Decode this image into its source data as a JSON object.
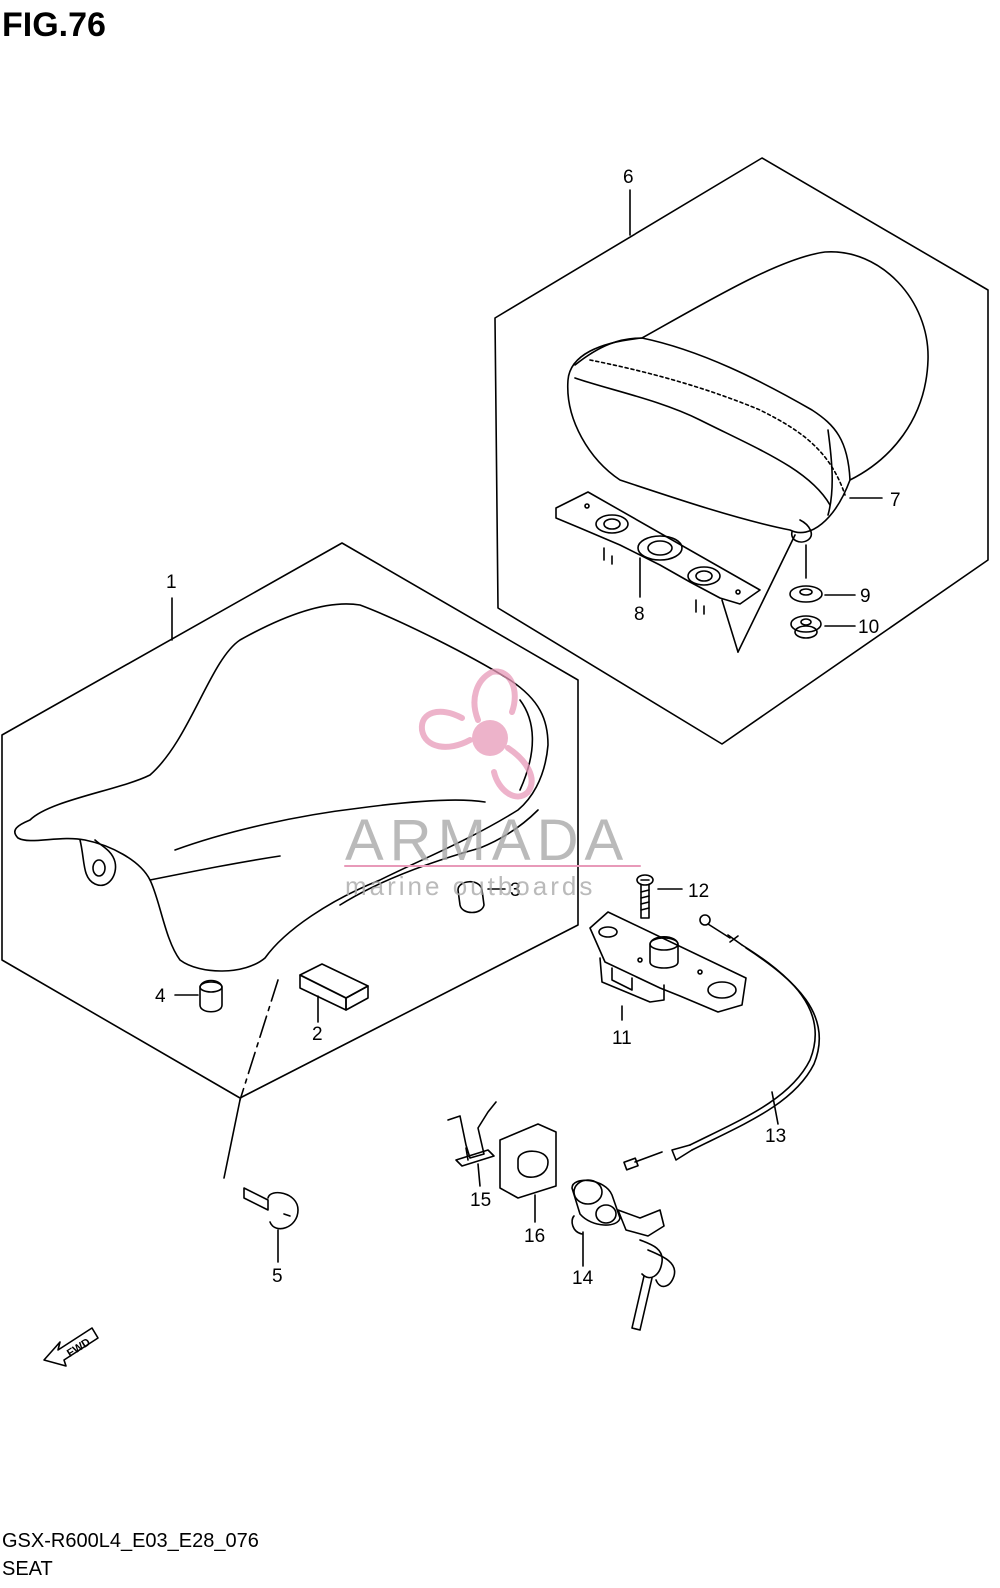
{
  "figure": {
    "title": "FIG.76",
    "code": "GSX-R600L4_E03_E28_076",
    "name": "SEAT"
  },
  "watermark": {
    "brand": "ARMADA",
    "tagline": "marine outboards",
    "color": "#e89ab9"
  },
  "fwd_label": "FWD",
  "callouts": [
    "1",
    "2",
    "3",
    "4",
    "5",
    "6",
    "7",
    "8",
    "9",
    "10",
    "11",
    "12",
    "13",
    "14",
    "15",
    "16"
  ]
}
